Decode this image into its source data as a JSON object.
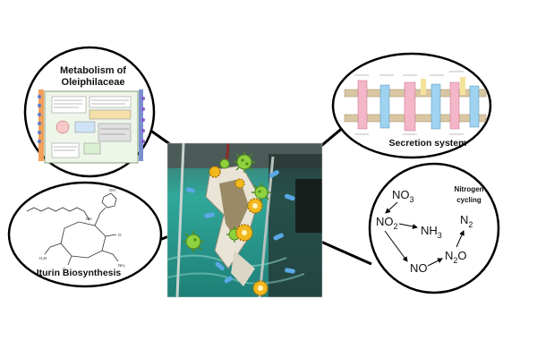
{
  "bubbles": {
    "metabolism": {
      "title_line1": "Metabolism of",
      "title_line2": "Oleiphilaceae"
    },
    "secretion": {
      "title": "Secretion system"
    },
    "iturin": {
      "title": "Iturin Biosynthesis"
    },
    "nitrogen": {
      "title_line1": "Nitrogen",
      "title_line2": "cycling",
      "species": {
        "no3": {
          "base": "NO",
          "sub": "3"
        },
        "no2": {
          "base": "NO",
          "sub": "2"
        },
        "nh3": {
          "base": "NH",
          "sub": "3"
        },
        "n2": {
          "base": "N",
          "sub": "2"
        },
        "n2o": {
          "base": "N",
          "sub": "2",
          "tail": "O"
        },
        "no": {
          "base": "NO"
        }
      }
    }
  },
  "colors": {
    "photo_water": "#2fa89a",
    "photo_dark": "#1d5e56",
    "bacteria_green": "#8fd13f",
    "bacteria_yellow": "#f2b81d",
    "bacteria_blue": "#5aa8e6",
    "connector": "#000000"
  }
}
